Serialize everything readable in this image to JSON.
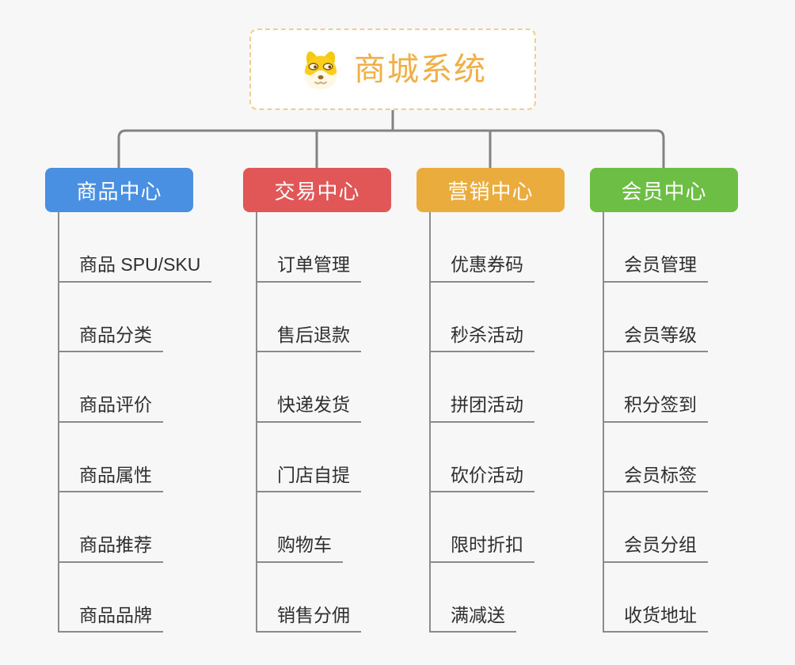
{
  "root": {
    "title": "商城系统",
    "icon": "shiba-dog-icon"
  },
  "branches": [
    {
      "id": "goods",
      "label": "商品中心",
      "color": "#4a90e2",
      "children": [
        "商品 SPU/SKU",
        "商品分类",
        "商品评价",
        "商品属性",
        "商品推荐",
        "商品品牌"
      ]
    },
    {
      "id": "trade",
      "label": "交易中心",
      "color": "#e15757",
      "children": [
        "订单管理",
        "售后退款",
        "快递发货",
        "门店自提",
        "购物车",
        "销售分佣"
      ]
    },
    {
      "id": "marketing",
      "label": "营销中心",
      "color": "#ebac3e",
      "children": [
        "优惠券码",
        "秒杀活动",
        "拼团活动",
        "砍价活动",
        "限时折扣",
        "满减送"
      ]
    },
    {
      "id": "member",
      "label": "会员中心",
      "color": "#6cbe45",
      "children": [
        "会员管理",
        "会员等级",
        "积分签到",
        "会员标签",
        "会员分组",
        "收货地址"
      ]
    }
  ],
  "colors": {
    "background": "#f7f7f7",
    "connector": "#838383",
    "child_line": "#8a8a8a",
    "root_border": "#f2cd92",
    "root_text": "#f0ae45",
    "child_text": "#2f2f2f"
  }
}
